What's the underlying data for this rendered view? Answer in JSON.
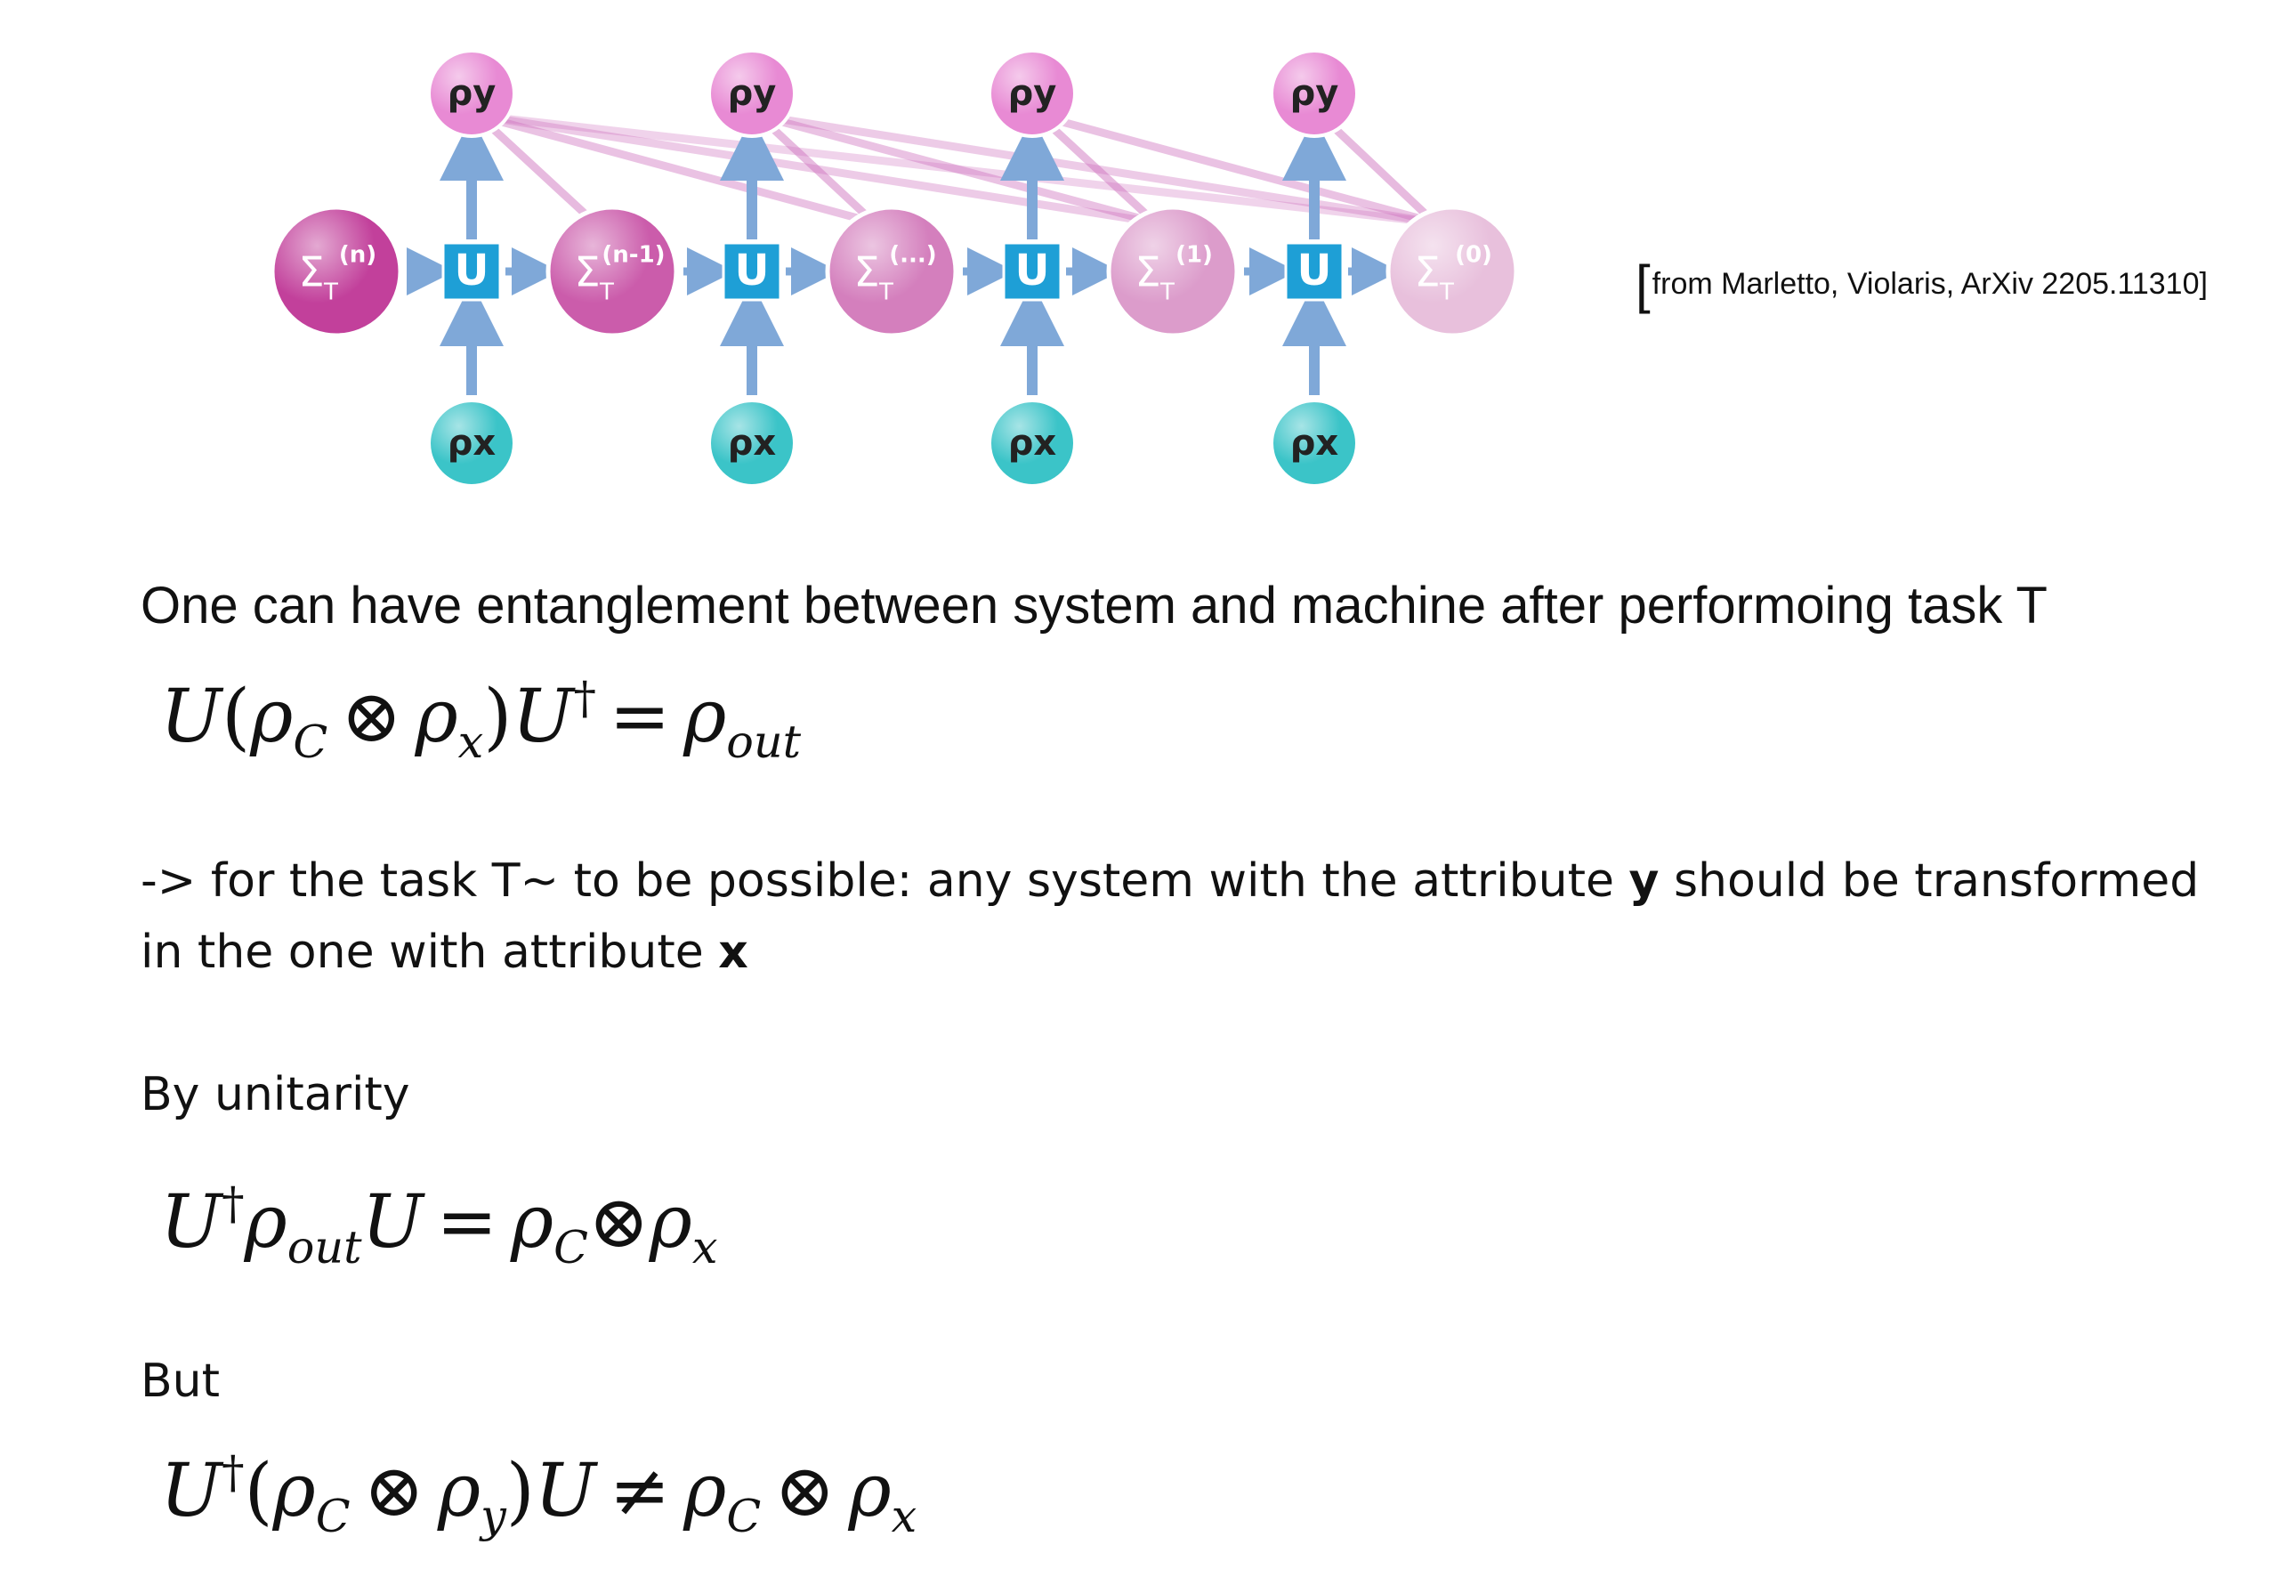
{
  "diagram": {
    "top_nodes": [
      "ρy",
      "ρy",
      "ρy",
      "ρy"
    ],
    "bottom_nodes": [
      "ρx",
      "ρx",
      "ρx",
      "ρx"
    ],
    "unitaries": [
      "U",
      "U",
      "U",
      "U"
    ],
    "sigma_base": "Σ",
    "sigma_sub": "T",
    "sigma_sups": [
      "(n)",
      "(n-1)",
      "(...)",
      "(1)",
      "(0)"
    ],
    "colors": {
      "sigma_fill": [
        "#c2409b",
        "#cb5cab",
        "#d47fbd",
        "#dc9ccb",
        "#e8c0dc"
      ],
      "top_fill": "#e88ad4",
      "bottom_fill": "#3bc4c8",
      "u_fill": "#1e9fd6",
      "arrow": "#7fa8d8",
      "link": "#cf72bd"
    }
  },
  "citation": "from Marletto, Violaris, ArXiv 2205.11310]",
  "text": {
    "p1": "One can have entanglement between system and machine after performoing task T",
    "p2_a": "-> for the task T~  to be possible: any system with the attribute ",
    "p2_y": "y",
    "p2_b": " should be transformed",
    "p2_c": "in the one with attribute ",
    "p2_x": "x",
    "p3": "By unitarity",
    "p4": "But"
  },
  "equations": {
    "eq1": {
      "U": "U",
      "lp": "(",
      "rho": "ρ",
      "C": "C",
      "otimes": "⊗",
      "x": "x",
      "rp": ")",
      "dag": "†",
      "eq": "=",
      "out": "out"
    },
    "eq2": {
      "U": "U",
      "dag": "†",
      "rho": "ρ",
      "out": "out",
      "eq": "=",
      "C": "C",
      "otimes": "⊗",
      "x": "x"
    },
    "eq3": {
      "U": "U",
      "dag": "†",
      "lp": "(",
      "rho": "ρ",
      "C": "C",
      "otimes": "⊗",
      "y": "y",
      "rp": ")",
      "neq": "≠",
      "x": "x"
    }
  }
}
